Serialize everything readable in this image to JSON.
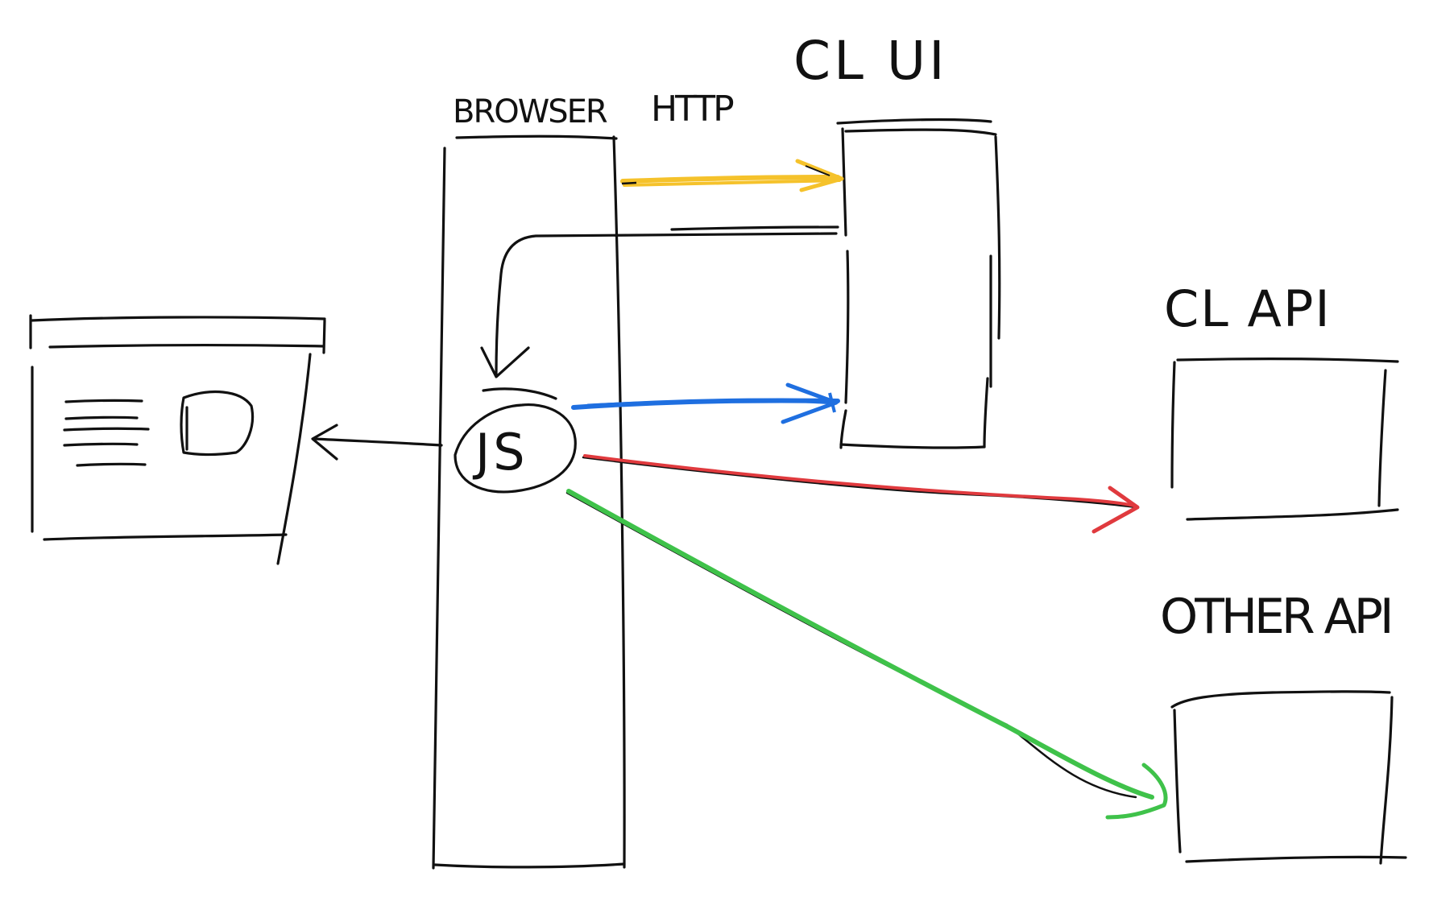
{
  "labels": {
    "browser": "BROWSER",
    "http": "HTTP",
    "cl_ui": "CL UI",
    "cl_api": "CL API",
    "other_api": "OTHER API",
    "js": "JS"
  },
  "colors": {
    "ink": "#111111",
    "http_request": "#f5c22b",
    "js_to_cl_ui": "#1f6fe0",
    "js_to_cl_api": "#e03a3e",
    "js_to_other_api": "#3fc24a"
  }
}
